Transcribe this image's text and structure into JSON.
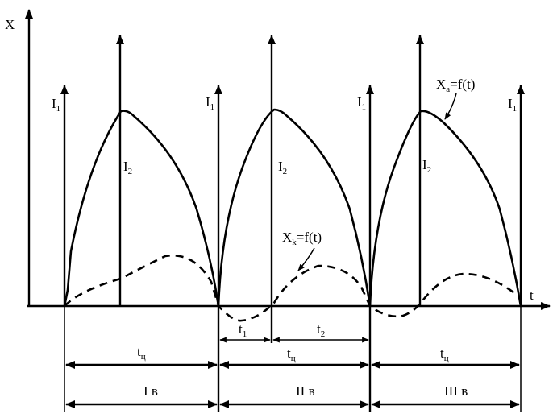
{
  "axes": {
    "y_label": "X",
    "x_label": "t"
  },
  "pulses": {
    "i1": "I",
    "i1_sub": "1",
    "i2": "I",
    "i2_sub": "2"
  },
  "curves": {
    "xa": {
      "main": "X",
      "sub": "a",
      "rest": "=f(t)"
    },
    "xk": {
      "main": "X",
      "sub": "k",
      "rest": "=f(t)"
    }
  },
  "intervals": {
    "t1": "t",
    "t1_sub": "1",
    "t2": "t",
    "t2_sub": "2",
    "tc": "t",
    "tc_sub": "ц"
  },
  "phases": [
    "I в",
    "II в",
    "III в"
  ]
}
